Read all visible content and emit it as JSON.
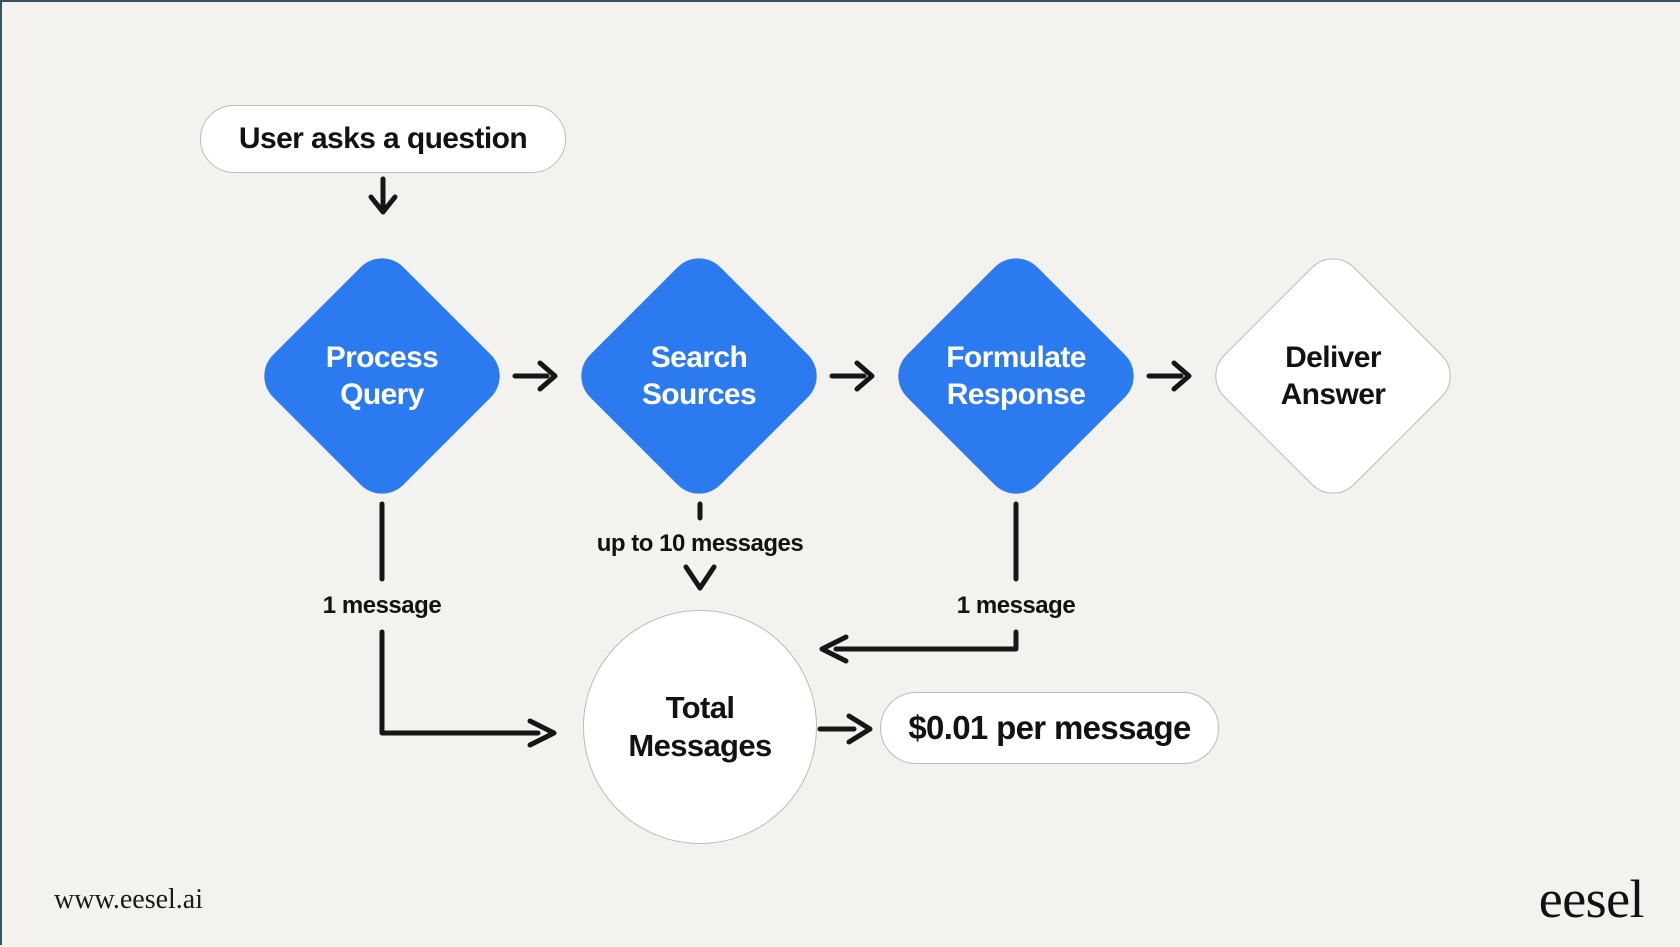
{
  "page": {
    "background": "#f4f2ef",
    "edge_line_color": "#3a515e"
  },
  "colors": {
    "accent_blue": "#2b7af0",
    "arrow_black": "#161616",
    "node_white": "#ffffff",
    "node_border": "#bdbbb8",
    "text_dark": "#121212",
    "text_white": "#ffffff"
  },
  "flow": {
    "start_label": "User asks a question",
    "steps": [
      {
        "line1": "Process",
        "line2": "Query",
        "variant": "blue"
      },
      {
        "line1": "Search",
        "line2": "Sources",
        "variant": "blue"
      },
      {
        "line1": "Formulate",
        "line2": "Response",
        "variant": "blue"
      },
      {
        "line1": "Deliver",
        "line2": "Answer",
        "variant": "white"
      }
    ],
    "edge_labels": {
      "process_to_total": "1 message",
      "search_to_total": "up to 10 messages",
      "formulate_to_total": "1 message"
    },
    "total_node": {
      "line1": "Total",
      "line2": "Messages"
    },
    "price_label": "$0.01 per message"
  },
  "footer": {
    "website": "www.eesel.ai",
    "logo_text": "eesel"
  }
}
